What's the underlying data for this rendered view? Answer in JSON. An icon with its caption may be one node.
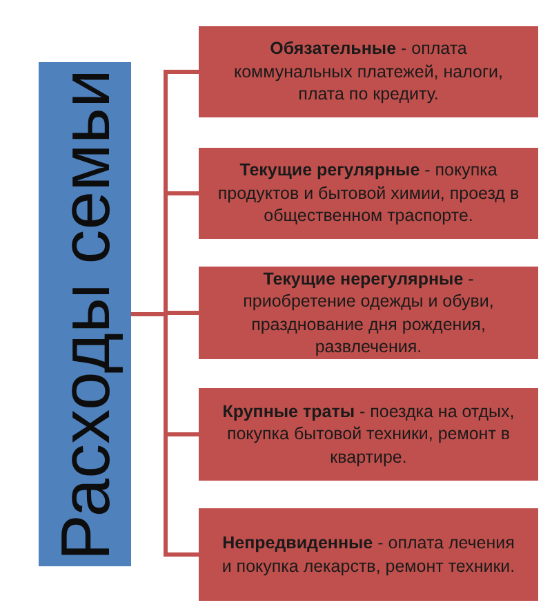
{
  "diagram": {
    "nodes": [
      {
        "text": [
          "Расходы семьи"
        ]
      },
      {
        "text": [
          "**Обязательные** - оплата коммунальных платежей, налоги, плата по кредиту."
        ]
      },
      {
        "text": [
          "**Текущие регулярные** - покупка продуктов и бытовой химии, проезд в общественном траспорте."
        ]
      },
      {
        "text": [
          "**Текущие нерегулярные** - приобретение одежды и обуви, празднование дня рождения, развлечения."
        ]
      },
      {
        "text": [
          "**Крупные траты** - поездка на отдых, покупка бытовой техники, ремонт в квартире."
        ]
      },
      {
        "text": [
          "**Непредвиденные** - оплата лечения и покупка лекарств, ремонт техники."
        ]
      }
    ],
    "edges": [
      {
        "from": 0,
        "to": 1,
        "arrow": "none"
      },
      {
        "from": 0,
        "to": 2,
        "arrow": "none"
      },
      {
        "from": 0,
        "to": 3,
        "arrow": "none"
      },
      {
        "from": 0,
        "to": 4,
        "arrow": "none"
      },
      {
        "from": 0,
        "to": 5,
        "arrow": "none"
      }
    ]
  }
}
